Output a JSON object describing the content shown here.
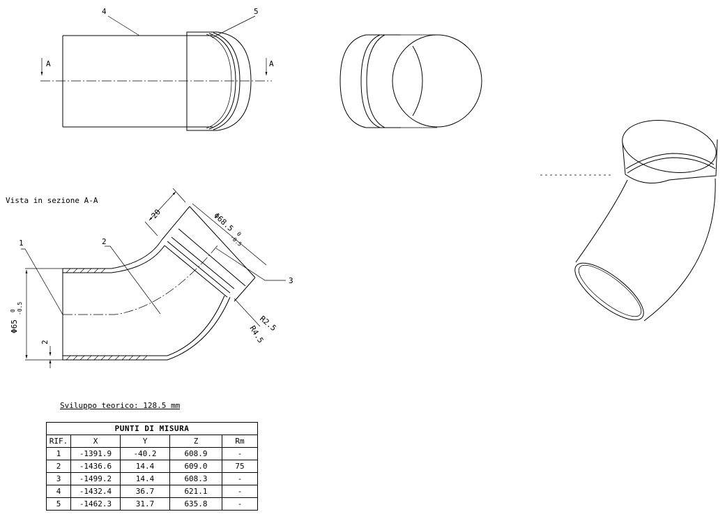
{
  "views": {
    "front_labels": {
      "item4": "4",
      "item5": "5",
      "section_left": "A",
      "section_right": "A"
    },
    "section_title": "Vista in sezione A-A",
    "section_labels": {
      "item1": "1",
      "item2": "2",
      "item3": "3",
      "dim_20": "20",
      "dim_d68": "Φ68.5",
      "dim_d68_tol_upper": "0",
      "dim_d68_tol_lower": "-0.5",
      "dim_d65": "Φ65",
      "dim_d65_tol_upper": "0",
      "dim_d65_tol_lower": "-0.5",
      "dim_2": "2",
      "radius_r25": "R2.5",
      "radius_r45": "R4.5"
    }
  },
  "development": {
    "label": "Sviluppo teorico: 128.5 mm"
  },
  "table": {
    "title": "PUNTI DI MISURA",
    "headers": [
      "RIF.",
      "X",
      "Y",
      "Z",
      "Rm"
    ],
    "rows": [
      [
        "1",
        "-1391.9",
        "-40.2",
        "608.9",
        "-"
      ],
      [
        "2",
        "-1436.6",
        "14.4",
        "609.0",
        "75"
      ],
      [
        "3",
        "-1499.2",
        "14.4",
        "608.3",
        "-"
      ],
      [
        "4",
        "-1432.4",
        "36.7",
        "621.1",
        "-"
      ],
      [
        "5",
        "-1462.3",
        "31.7",
        "635.8",
        "-"
      ]
    ]
  }
}
